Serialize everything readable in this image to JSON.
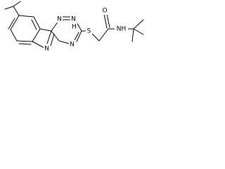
{
  "structure": {
    "type": "chemical-structure",
    "atom_labels": {
      "n1": "N",
      "n2": "N",
      "nh_ring": "H",
      "n_indole": "N",
      "n4": "N",
      "s": "S",
      "o": "O",
      "amide_nh": "NH"
    }
  }
}
